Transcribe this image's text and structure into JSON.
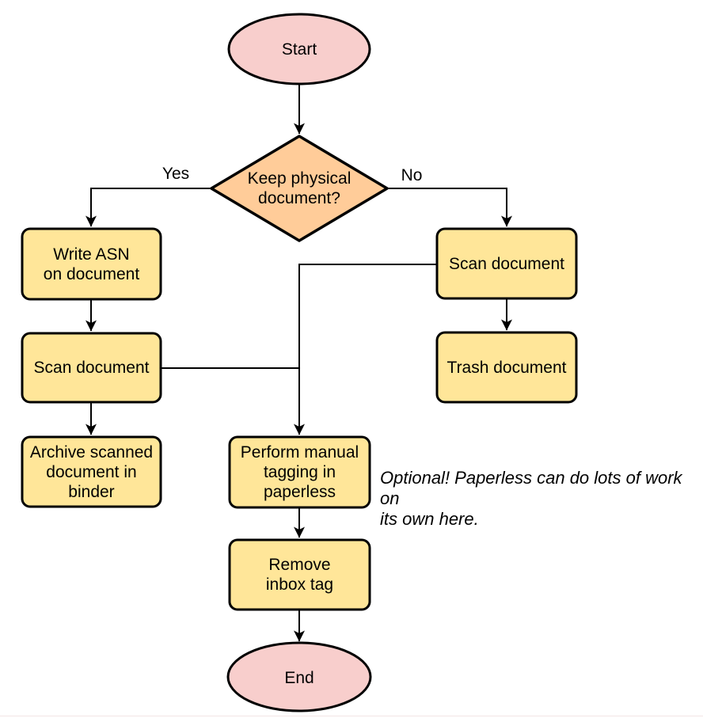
{
  "diagram": {
    "nodes": {
      "start": {
        "type": "terminator",
        "label": "Start"
      },
      "decision": {
        "type": "decision",
        "label": "Keep physical\ndocument?"
      },
      "write_asn": {
        "type": "process",
        "label": "Write ASN\non document"
      },
      "scan_left": {
        "type": "process",
        "label": "Scan document"
      },
      "archive": {
        "type": "process",
        "label": "Archive scanned\ndocument in\nbinder"
      },
      "scan_right": {
        "type": "process",
        "label": "Scan document"
      },
      "trash": {
        "type": "process",
        "label": "Trash document"
      },
      "perform": {
        "type": "process",
        "label": "Perform manual\ntagging in\npaperless"
      },
      "remove": {
        "type": "process",
        "label": "Remove\ninbox tag"
      },
      "end": {
        "type": "terminator",
        "label": "End"
      }
    },
    "edge_labels": {
      "yes": "Yes",
      "no": "No"
    },
    "annotation": "Optional! Paperless can do lots of work on\nits own here.",
    "colors": {
      "terminator_fill": "#f8cecc",
      "decision_fill": "#ffcc99",
      "process_fill": "#ffe699",
      "stroke": "#000000",
      "edge_stroke": "#000000",
      "text": "#000000",
      "background": "#ffffff"
    }
  }
}
